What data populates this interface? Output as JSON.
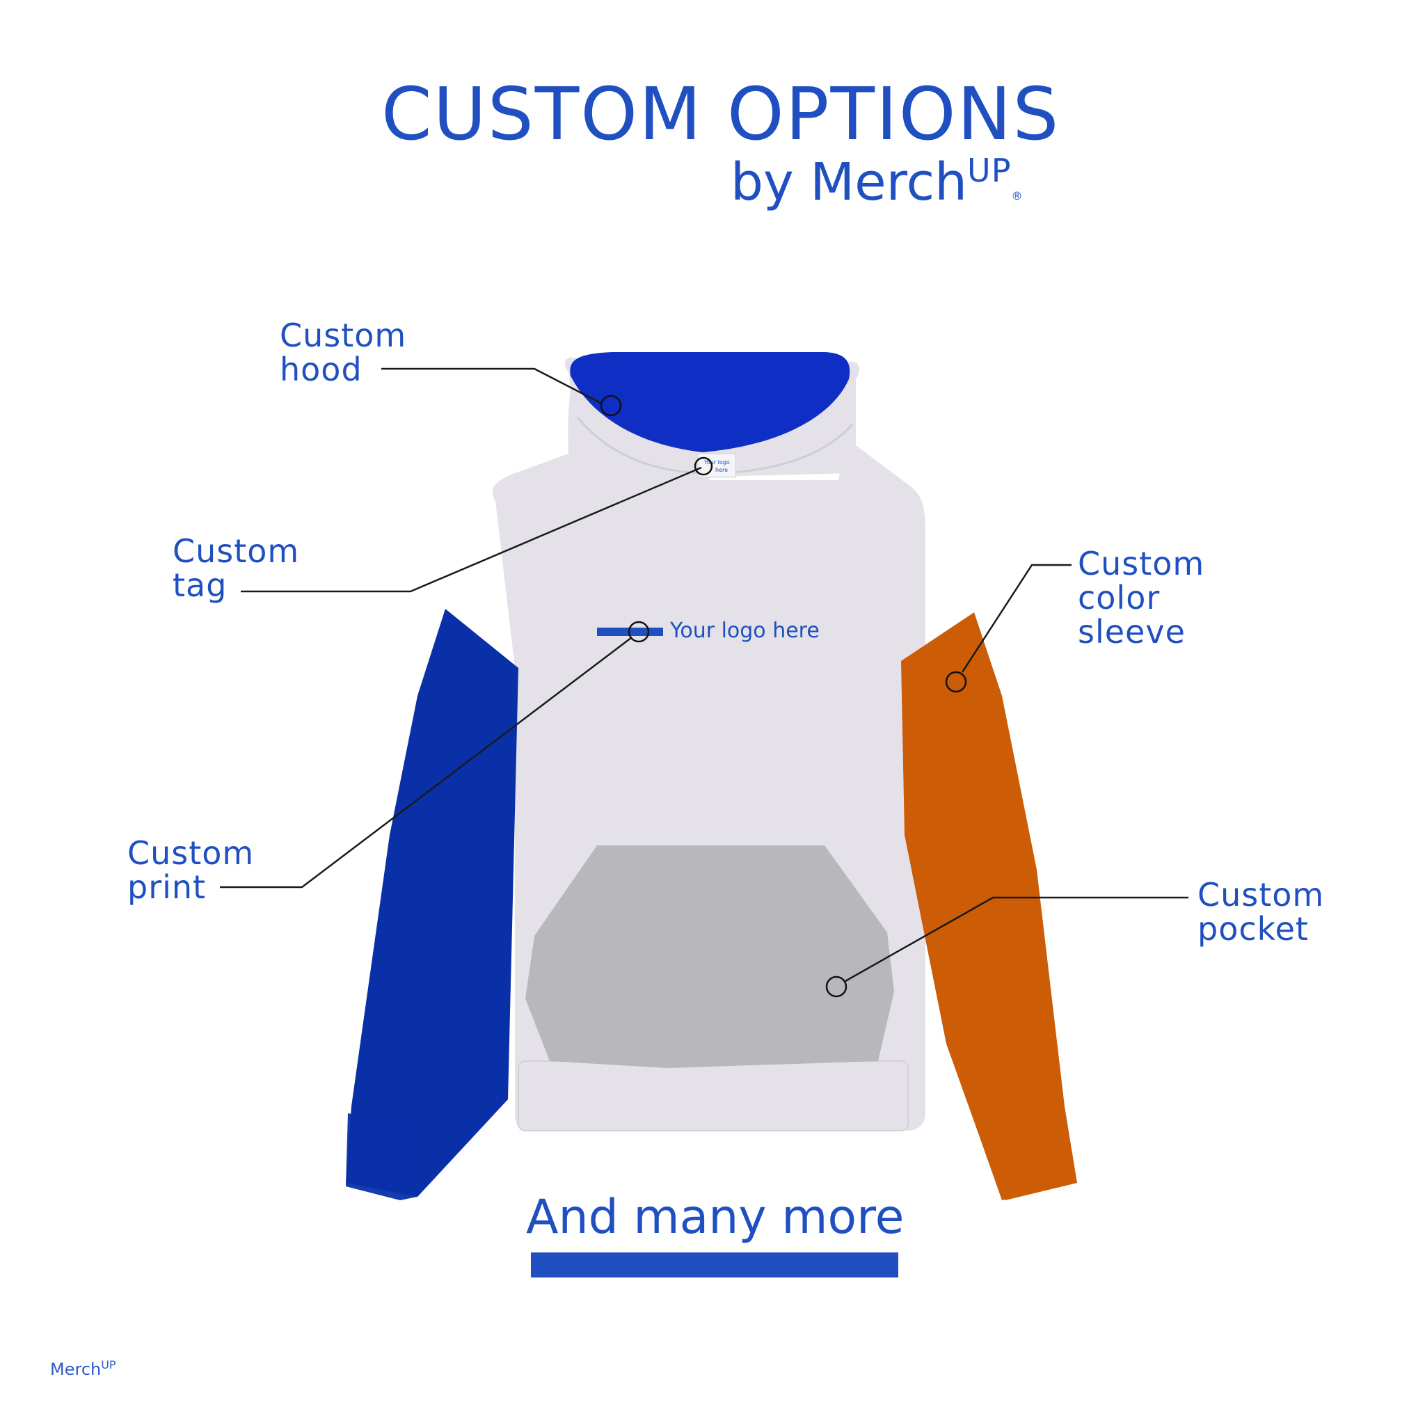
{
  "header": {
    "title": "CUSTOM OPTIONS",
    "byline_prefix": "by Merch",
    "byline_sup": "UP",
    "byline_reg": "®"
  },
  "callouts": {
    "hood": {
      "line1": "Custom",
      "line2": "hood"
    },
    "tag": {
      "line1": "Custom",
      "line2": "tag"
    },
    "print": {
      "line1": "Custom",
      "line2": "print"
    },
    "sleeve": {
      "line1": "Custom",
      "line2": "color",
      "line3": "sleeve"
    },
    "pocket": {
      "line1": "Custom",
      "line2": "pocket"
    }
  },
  "hoodie": {
    "logo_text": "Your logo here",
    "tag_text_1": "Your logo",
    "tag_text_2": "here",
    "colors": {
      "body": "#e4e2e8",
      "hood_lining": "#0f2fc4",
      "left_sleeve": "#0a30a8",
      "right_sleeve": "#cc5c06",
      "pocket": "#b8b7bc",
      "accent": "#1f4fc0"
    }
  },
  "cta": {
    "label": "And many more"
  },
  "footer": {
    "brand": "Merch",
    "brand_sup": "UP"
  }
}
